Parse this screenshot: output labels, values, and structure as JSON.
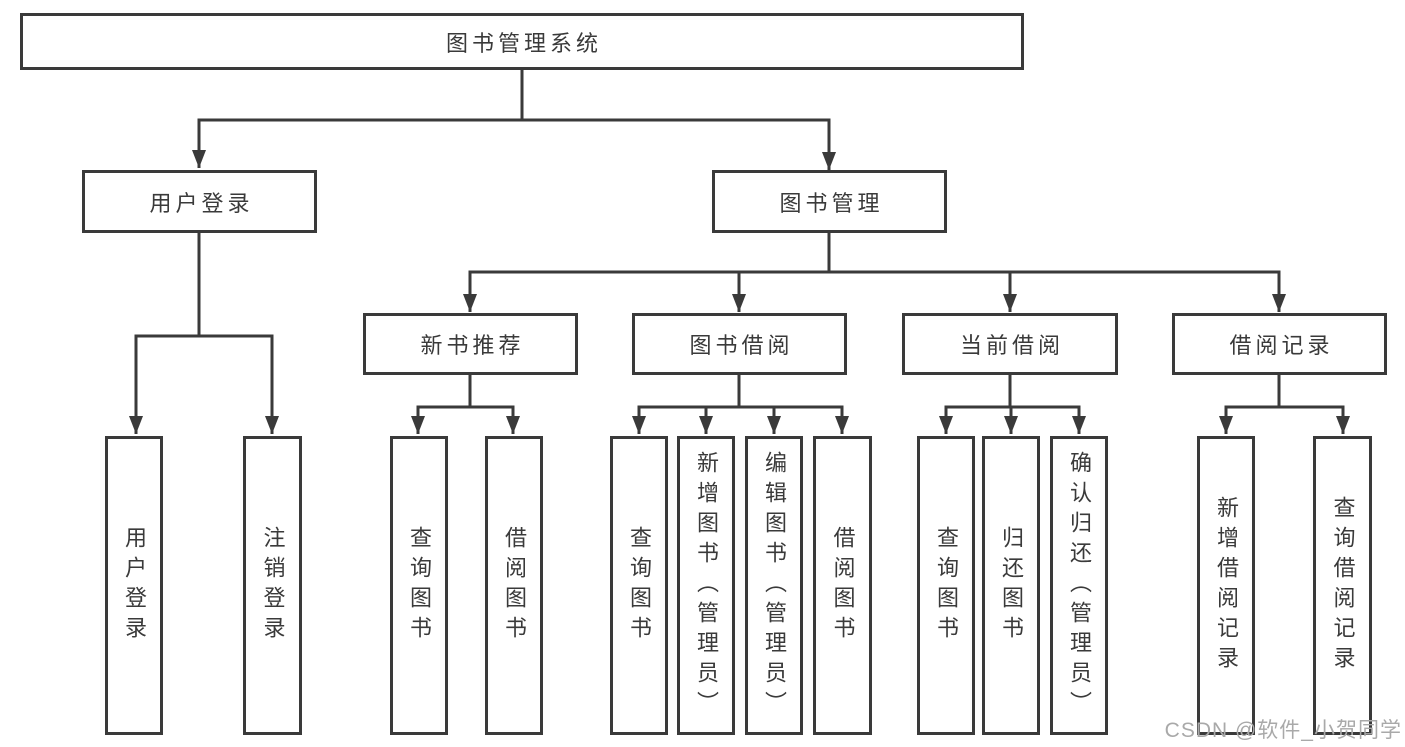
{
  "diagram": {
    "root": {
      "label": "图书管理系统",
      "children": [
        {
          "label": "用户登录",
          "children": [
            {
              "label": "用户登录"
            },
            {
              "label": "注销登录"
            }
          ]
        },
        {
          "label": "图书管理",
          "children": [
            {
              "label": "新书推荐",
              "children": [
                {
                  "label": "查询图书"
                },
                {
                  "label": "借阅图书"
                }
              ]
            },
            {
              "label": "图书借阅",
              "children": [
                {
                  "label": "查询图书"
                },
                {
                  "label": "新增图书（管理员）"
                },
                {
                  "label": "编辑图书（管理员）"
                },
                {
                  "label": "借阅图书"
                }
              ]
            },
            {
              "label": "当前借阅",
              "children": [
                {
                  "label": "查询图书"
                },
                {
                  "label": "归还图书"
                },
                {
                  "label": "确认归还（管理员）"
                }
              ]
            },
            {
              "label": "借阅记录",
              "children": [
                {
                  "label": "新增借阅记录"
                },
                {
                  "label": "查询借阅记录"
                }
              ]
            }
          ]
        }
      ]
    }
  },
  "watermark": {
    "text": "CSDN @软件_小贺同学"
  },
  "colors": {
    "line": "#3a3a3a",
    "text": "#3a3a3a",
    "watermark": "#a9a9a9",
    "background": "#ffffff"
  }
}
